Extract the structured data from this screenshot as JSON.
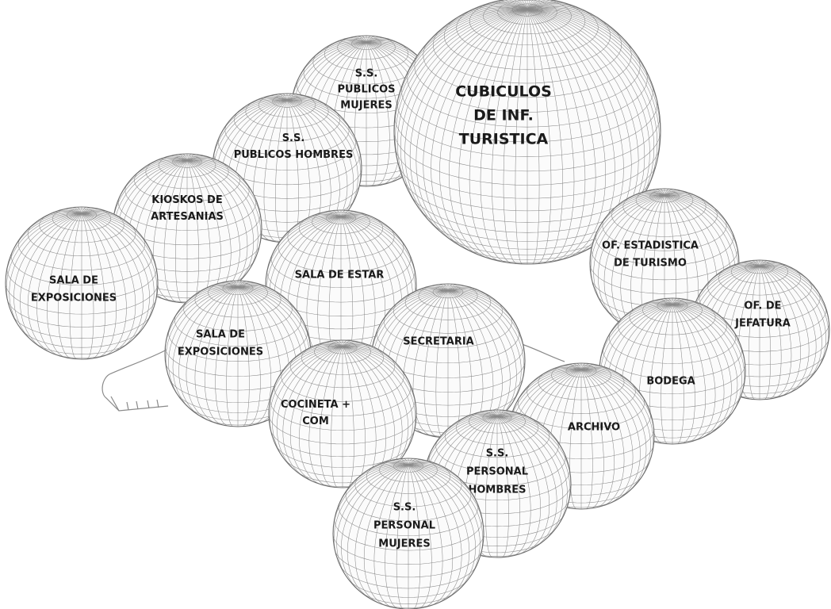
{
  "style": {
    "background": "#ffffff",
    "sphere_fill": "#fbfbfb",
    "mesh_color": "#8a8a8a",
    "outline_color": "#6e6e6e",
    "label_color": "#1a1a1a"
  },
  "spheres": [
    {
      "id": "ss-publicos-mujeres",
      "lines": [
        "S.S.",
        "PUBLICOS",
        "MUJERES"
      ]
    },
    {
      "id": "cubiculos-inf-turistica",
      "lines": [
        "CUBICULOS",
        "DE INF.",
        "TURISTICA"
      ]
    },
    {
      "id": "ss-publicos-hombres",
      "lines": [
        "S.S.",
        "PUBLICOS HOMBRES"
      ]
    },
    {
      "id": "kioskos-artesanias",
      "lines": [
        "KIOSKOS DE",
        "ARTESANIAS"
      ]
    },
    {
      "id": "sala-exposiciones-1",
      "lines": [
        "SALA DE",
        "EXPOSICIONES"
      ]
    },
    {
      "id": "sala-estar",
      "lines": [
        "SALA DE ESTAR"
      ]
    },
    {
      "id": "of-estadistica-turismo",
      "lines": [
        "OF. ESTADISTICA",
        "DE TURISMO"
      ]
    },
    {
      "id": "of-jefatura",
      "lines": [
        "OF. DE",
        "JEFATURA"
      ]
    },
    {
      "id": "sala-exposiciones-2",
      "lines": [
        "SALA DE",
        "EXPOSICIONES"
      ]
    },
    {
      "id": "secretaria",
      "lines": [
        "SECRETARIA"
      ]
    },
    {
      "id": "bodega",
      "lines": [
        "BODEGA"
      ]
    },
    {
      "id": "cocineta-com",
      "lines": [
        "COCINETA +",
        "COM"
      ]
    },
    {
      "id": "archivo",
      "lines": [
        "ARCHIVO"
      ]
    },
    {
      "id": "ss-personal-hombres",
      "lines": [
        "S.S.",
        "PERSONAL",
        "HOMBRES"
      ]
    },
    {
      "id": "ss-personal-mujeres",
      "lines": [
        "S.S.",
        "PERSONAL",
        "MUJERES"
      ]
    }
  ]
}
